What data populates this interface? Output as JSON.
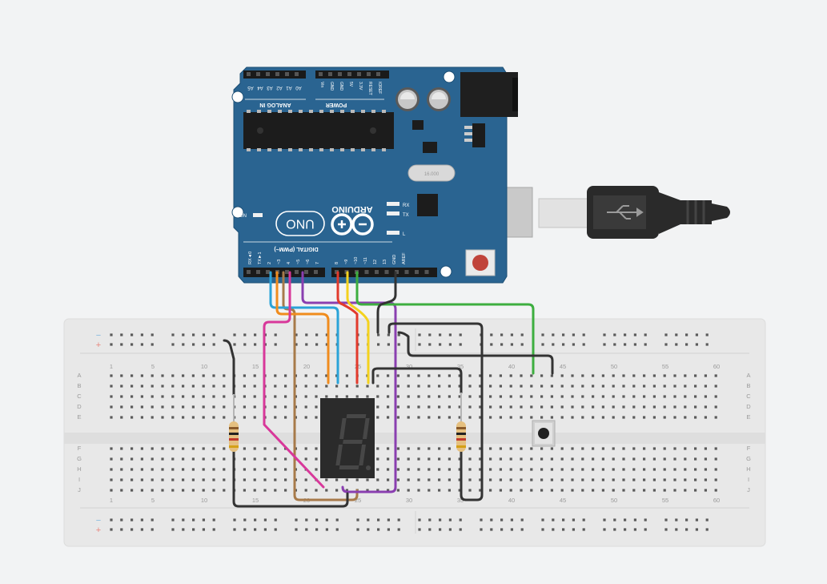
{
  "arduino": {
    "brand": "ARDUINO",
    "model": "UNO",
    "section_analog": "ANALOG IN",
    "section_power": "POWER",
    "section_digital": "DIGITAL (PWM~)",
    "analog_pins": [
      "A5",
      "A4",
      "A3",
      "A2",
      "A1",
      "A0"
    ],
    "power_pins": [
      "Vin",
      "GND",
      "GND",
      "5V",
      "3.3V",
      "RESET",
      "IOREF"
    ],
    "digital_low_pins": [
      "RX◄0",
      "TX►1",
      "2",
      "~3",
      "4",
      "~5",
      "~6",
      "7"
    ],
    "digital_high_pins": [
      "8",
      "~9",
      "~10",
      "~11",
      "12",
      "13",
      "GND",
      "AREF"
    ],
    "label_on": "ON",
    "label_rx": "RX",
    "label_tx": "TX",
    "label_l": "L",
    "crystal_text": "16.000"
  },
  "breadboard": {
    "col_numbers": [
      "1",
      "5",
      "10",
      "15",
      "20",
      "25",
      "30",
      "35",
      "40",
      "45",
      "50",
      "55",
      "60"
    ],
    "row_letters_top": [
      "A",
      "B",
      "C",
      "D",
      "E"
    ],
    "row_letters_bottom": [
      "F",
      "G",
      "H",
      "I",
      "J"
    ],
    "rail_minus": "−",
    "rail_plus": "+"
  },
  "colors": {
    "board_blue": "#2a6491",
    "wire_cyan": "#2aa3d8",
    "wire_orange": "#f08c1e",
    "wire_brown": "#a77a4a",
    "wire_purple": "#8a3fb0",
    "wire_magenta": "#d8389a",
    "wire_red": "#e23a2c",
    "wire_yellow": "#f4d21e",
    "wire_green": "#3dae3f",
    "wire_black": "#333333"
  },
  "components": [
    "seven-segment-display",
    "resistor",
    "resistor",
    "pushbutton",
    "usb-cable"
  ]
}
